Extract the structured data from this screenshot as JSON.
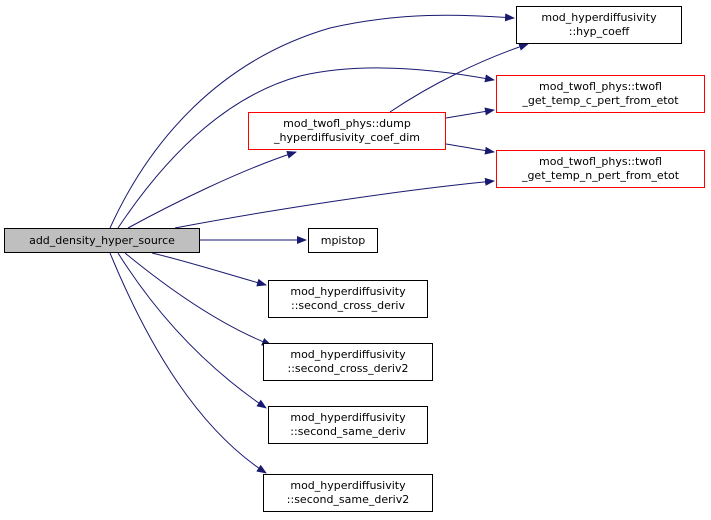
{
  "colors": {
    "edge": "#191970",
    "root_fill": "#bfbfbf",
    "default_border": "#000000",
    "truncated_border": "#ff0000"
  },
  "nodes": {
    "root": {
      "lines": [
        "add_density_hyper_source"
      ]
    },
    "hyp_coeff": {
      "lines": [
        "mod_hyperdiffusivity",
        "::hyp_coeff"
      ]
    },
    "dump": {
      "lines": [
        "mod_twofl_phys::dump",
        "_hyperdiffusivity_coef_dim"
      ]
    },
    "temp_c": {
      "lines": [
        "mod_twofl_phys::twofl",
        "_get_temp_c_pert_from_etot"
      ]
    },
    "temp_n": {
      "lines": [
        "mod_twofl_phys::twofl",
        "_get_temp_n_pert_from_etot"
      ]
    },
    "mpistop": {
      "lines": [
        "mpistop"
      ]
    },
    "cross": {
      "lines": [
        "mod_hyperdiffusivity",
        "::second_cross_deriv"
      ]
    },
    "cross2": {
      "lines": [
        "mod_hyperdiffusivity",
        "::second_cross_deriv2"
      ]
    },
    "same": {
      "lines": [
        "mod_hyperdiffusivity",
        "::second_same_deriv"
      ]
    },
    "same2": {
      "lines": [
        "mod_hyperdiffusivity",
        "::second_same_deriv2"
      ]
    }
  }
}
